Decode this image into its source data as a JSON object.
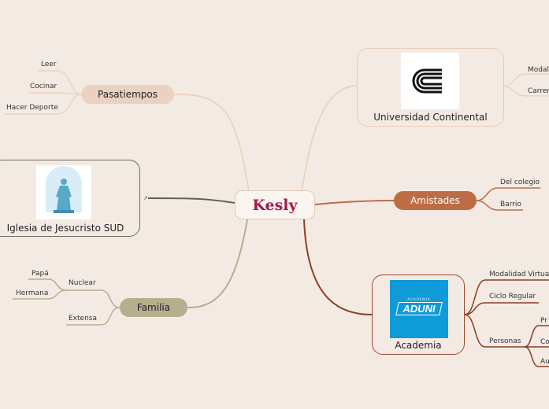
{
  "central": "Kesly",
  "branches": {
    "pasatiempos": {
      "label": "Pasatiempos",
      "children": [
        "Leer",
        "Cocinar",
        "Hacer Deporte"
      ]
    },
    "universidad": {
      "label": "Universidad Continental",
      "logo_icon": "universidad-continental-logo",
      "children": [
        "Modal",
        "Carrer"
      ]
    },
    "iglesia": {
      "label": "Iglesia de Jesucristo SUD",
      "logo_icon": "christus-statue-logo",
      "link_marker": "↗"
    },
    "amistades": {
      "label": "Amistades",
      "children": [
        "Del colegio",
        "Barrio"
      ]
    },
    "familia": {
      "label": "Familia",
      "nuclear": {
        "label": "Nuclear",
        "children": [
          "Papá",
          "Hermana"
        ]
      },
      "extensa": "Extensa"
    },
    "academia": {
      "label": "Academia",
      "logo_icon": "aduni-logo",
      "logo_small": "ACADEMIA",
      "logo_text": "ADUNI",
      "children": [
        "Modalidad Virtua",
        "Ciclo Regular"
      ],
      "personas": {
        "label": "Personas",
        "children": [
          "Pr",
          "Co",
          "Au"
        ]
      }
    }
  },
  "colors": {
    "background": "#f3ebe3",
    "central_text": "#a8184f",
    "pasatiempos": "#ebd1c0",
    "amistades": "#bd6c46",
    "familia": "#b6ae8d",
    "iglesia_line": "#5f624c",
    "academia_line": "#8e3d22",
    "aduni_blue": "#0f9ad8"
  }
}
